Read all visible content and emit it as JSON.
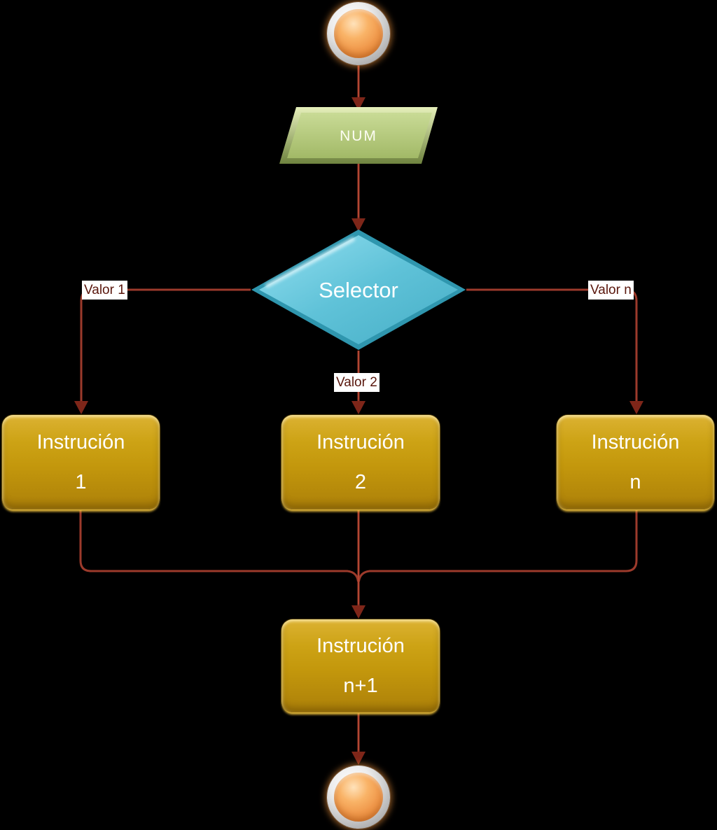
{
  "diagram": {
    "type": "flowchart",
    "background": "#000000",
    "nodes": {
      "start": {
        "shape": "terminator"
      },
      "input_num": {
        "shape": "parallelogram",
        "label": "NUM"
      },
      "selector": {
        "shape": "decision",
        "label": "Selector"
      },
      "instruction_1": {
        "shape": "process",
        "line1": "Instrución",
        "line2": "1"
      },
      "instruction_2": {
        "shape": "process",
        "line1": "Instrución",
        "line2": "2"
      },
      "instruction_n": {
        "shape": "process",
        "line1": "Instrución",
        "line2": "n"
      },
      "instruction_n_plus_1": {
        "shape": "process",
        "line1": "Instrución",
        "line2": "n+1"
      },
      "end": {
        "shape": "terminator"
      }
    },
    "edge_labels": {
      "valor_1": "Valor 1",
      "valor_2": "Valor 2",
      "valor_n": "Valor n"
    },
    "colors": {
      "connector": "#9c3a2b",
      "connector_core": "#c8503a",
      "arrowhead": "#7e2619",
      "edge_label_text": "#5a170d",
      "edge_label_bg": "#ffffff",
      "process_fill": "#c3970c",
      "decision_fill": "#57bdd3",
      "input_fill": "#b5cc7d",
      "terminator_fill": "#f09a4d",
      "node_text": "#ffffff"
    }
  }
}
